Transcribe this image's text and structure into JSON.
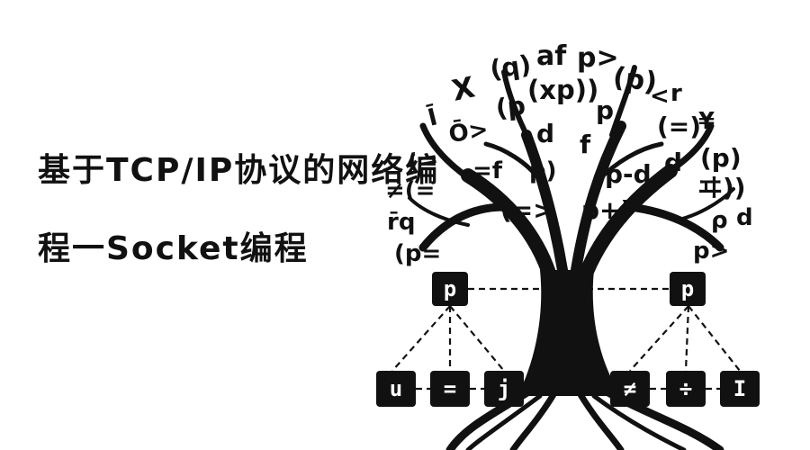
{
  "title": {
    "line1": "基于TCP/IP协议的网络编",
    "line2": "程一Socket编程"
  },
  "canopy_glyphs": [
    "(q)",
    "af",
    "p>",
    "(p)",
    "X",
    "(xp))",
    "<",
    "r",
    "(p",
    "p",
    "Ī",
    "Ō>",
    "d",
    "f",
    "(=)",
    "¥",
    "(p)",
    "p-d",
    "d",
    "=f",
    "p)",
    "(=",
    "≠(=",
    "(=>",
    "p+)",
    "ヰ))",
    "r̄q",
    "ρ",
    "d",
    "(p=",
    "p>"
  ],
  "tree_nodes": {
    "left_parent": "p",
    "right_parent": "p",
    "left_children": [
      "u",
      "=",
      "j"
    ],
    "right_children": [
      "≠",
      "÷",
      "I"
    ]
  }
}
